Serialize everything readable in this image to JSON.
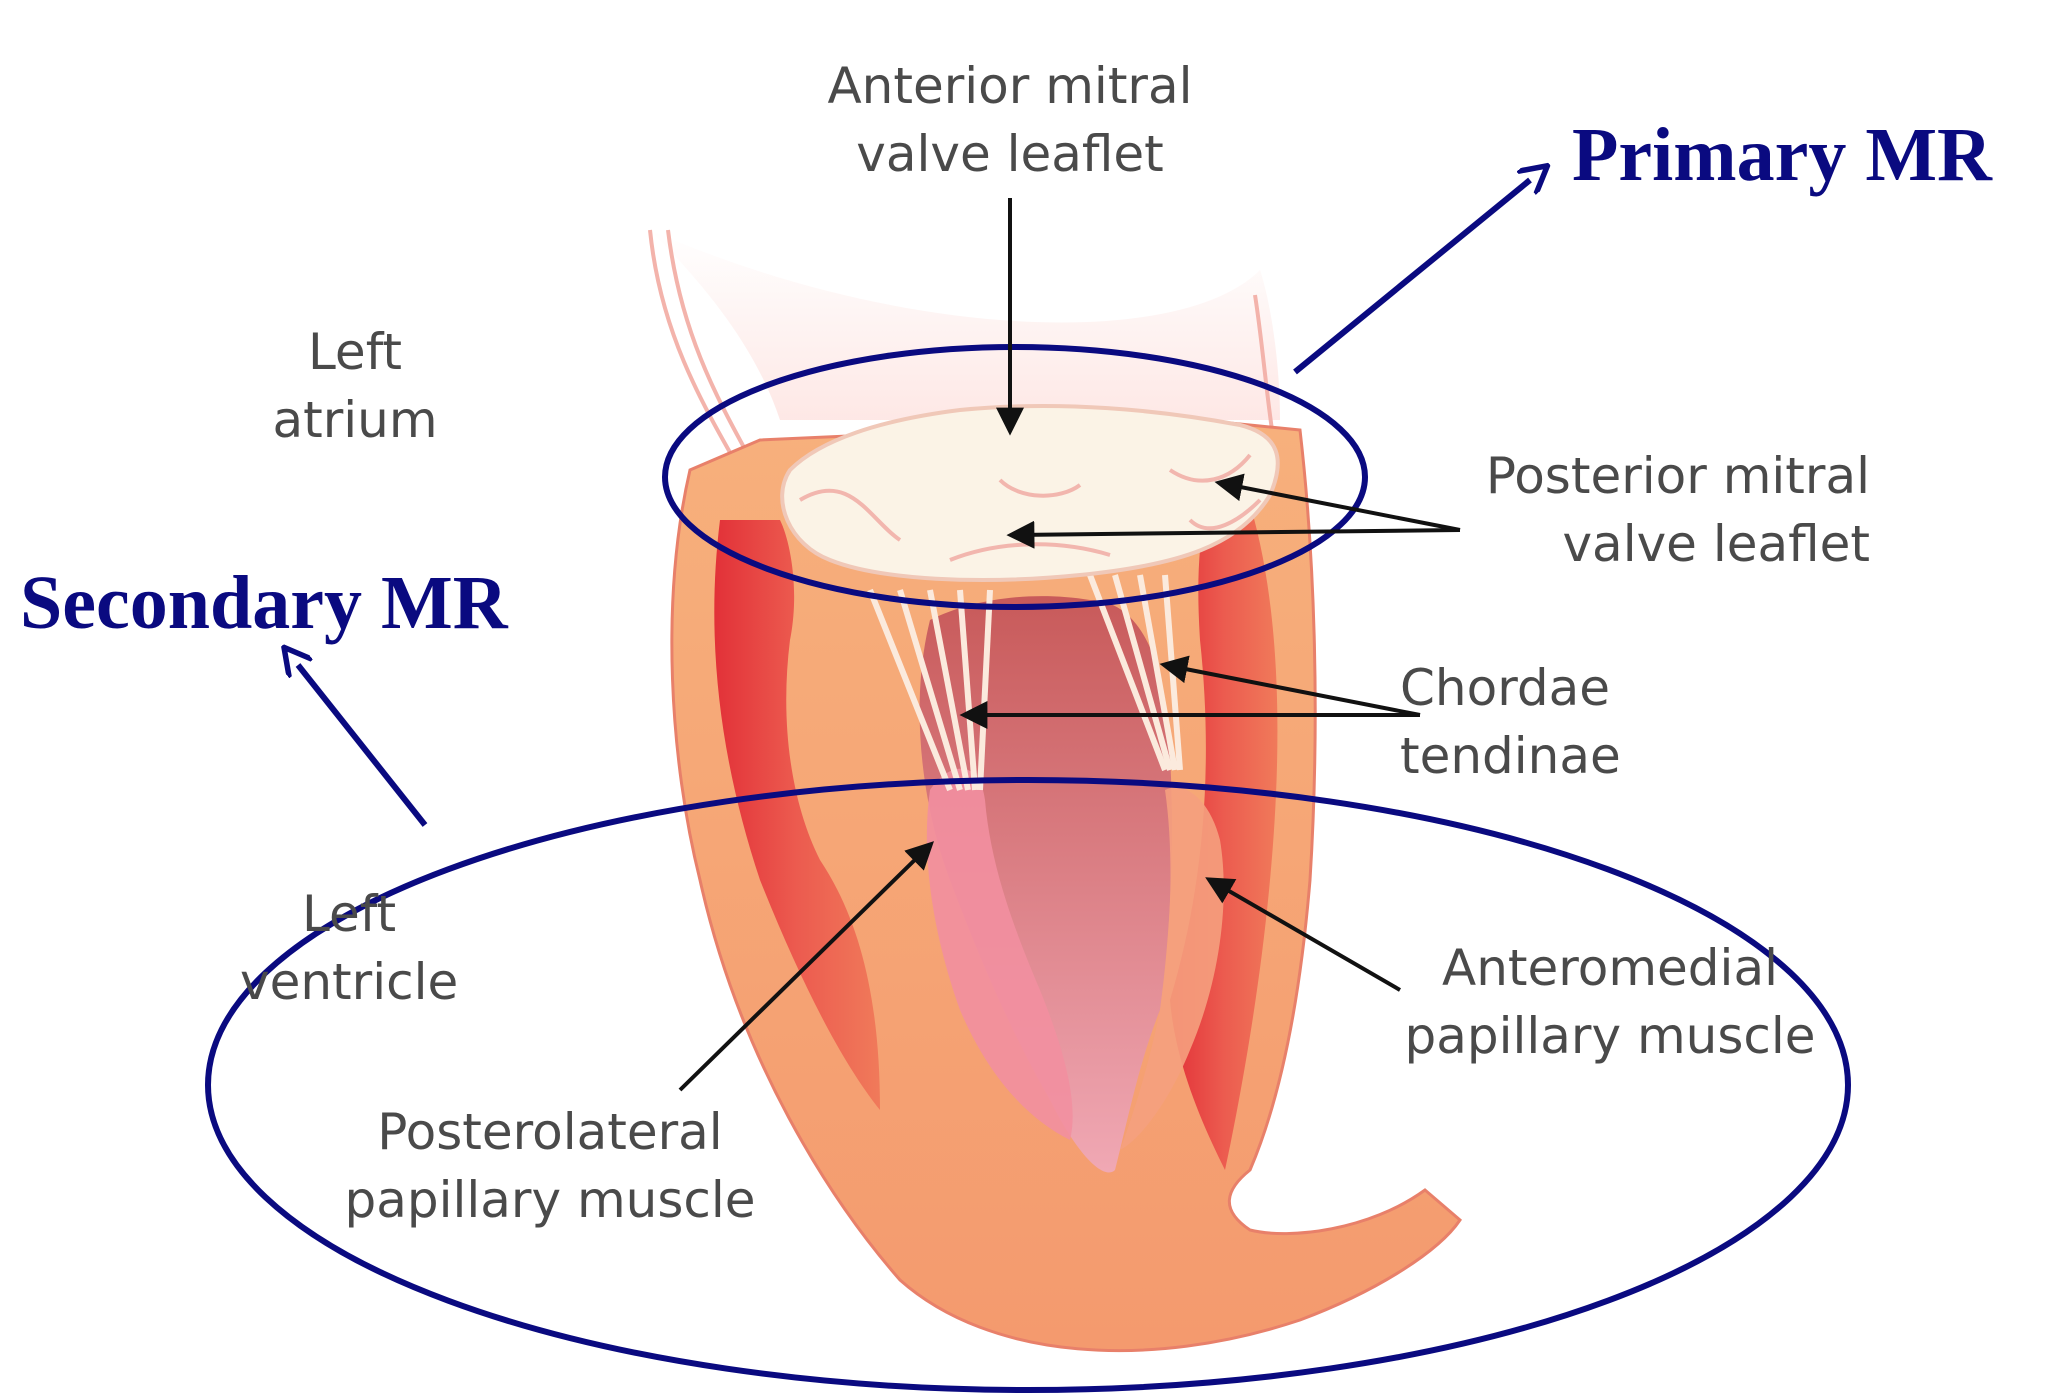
{
  "labels": {
    "anterior_leaflet": [
      "Anterior mitral",
      "valve leaflet"
    ],
    "left_atrium": [
      "Left",
      "atrium"
    ],
    "posterior_leaflet": [
      "Posterior mitral",
      "valve leaflet"
    ],
    "chordae": [
      "Chordae",
      "tendinae"
    ],
    "left_ventricle": [
      "Left",
      "ventricle"
    ],
    "anteromedial": [
      "Anteromedial",
      "papillary muscle"
    ],
    "posterolateral": [
      "Posterolateral",
      "papillary muscle"
    ]
  },
  "callouts": {
    "primary": "Primary MR",
    "secondary": "Secondary MR"
  },
  "colors": {
    "callout": "#0a0a80",
    "label_text": "#4a4a4a",
    "arrow": "#111111",
    "myocardium": "#e8483f",
    "leaflet": "#fbf3e6"
  }
}
